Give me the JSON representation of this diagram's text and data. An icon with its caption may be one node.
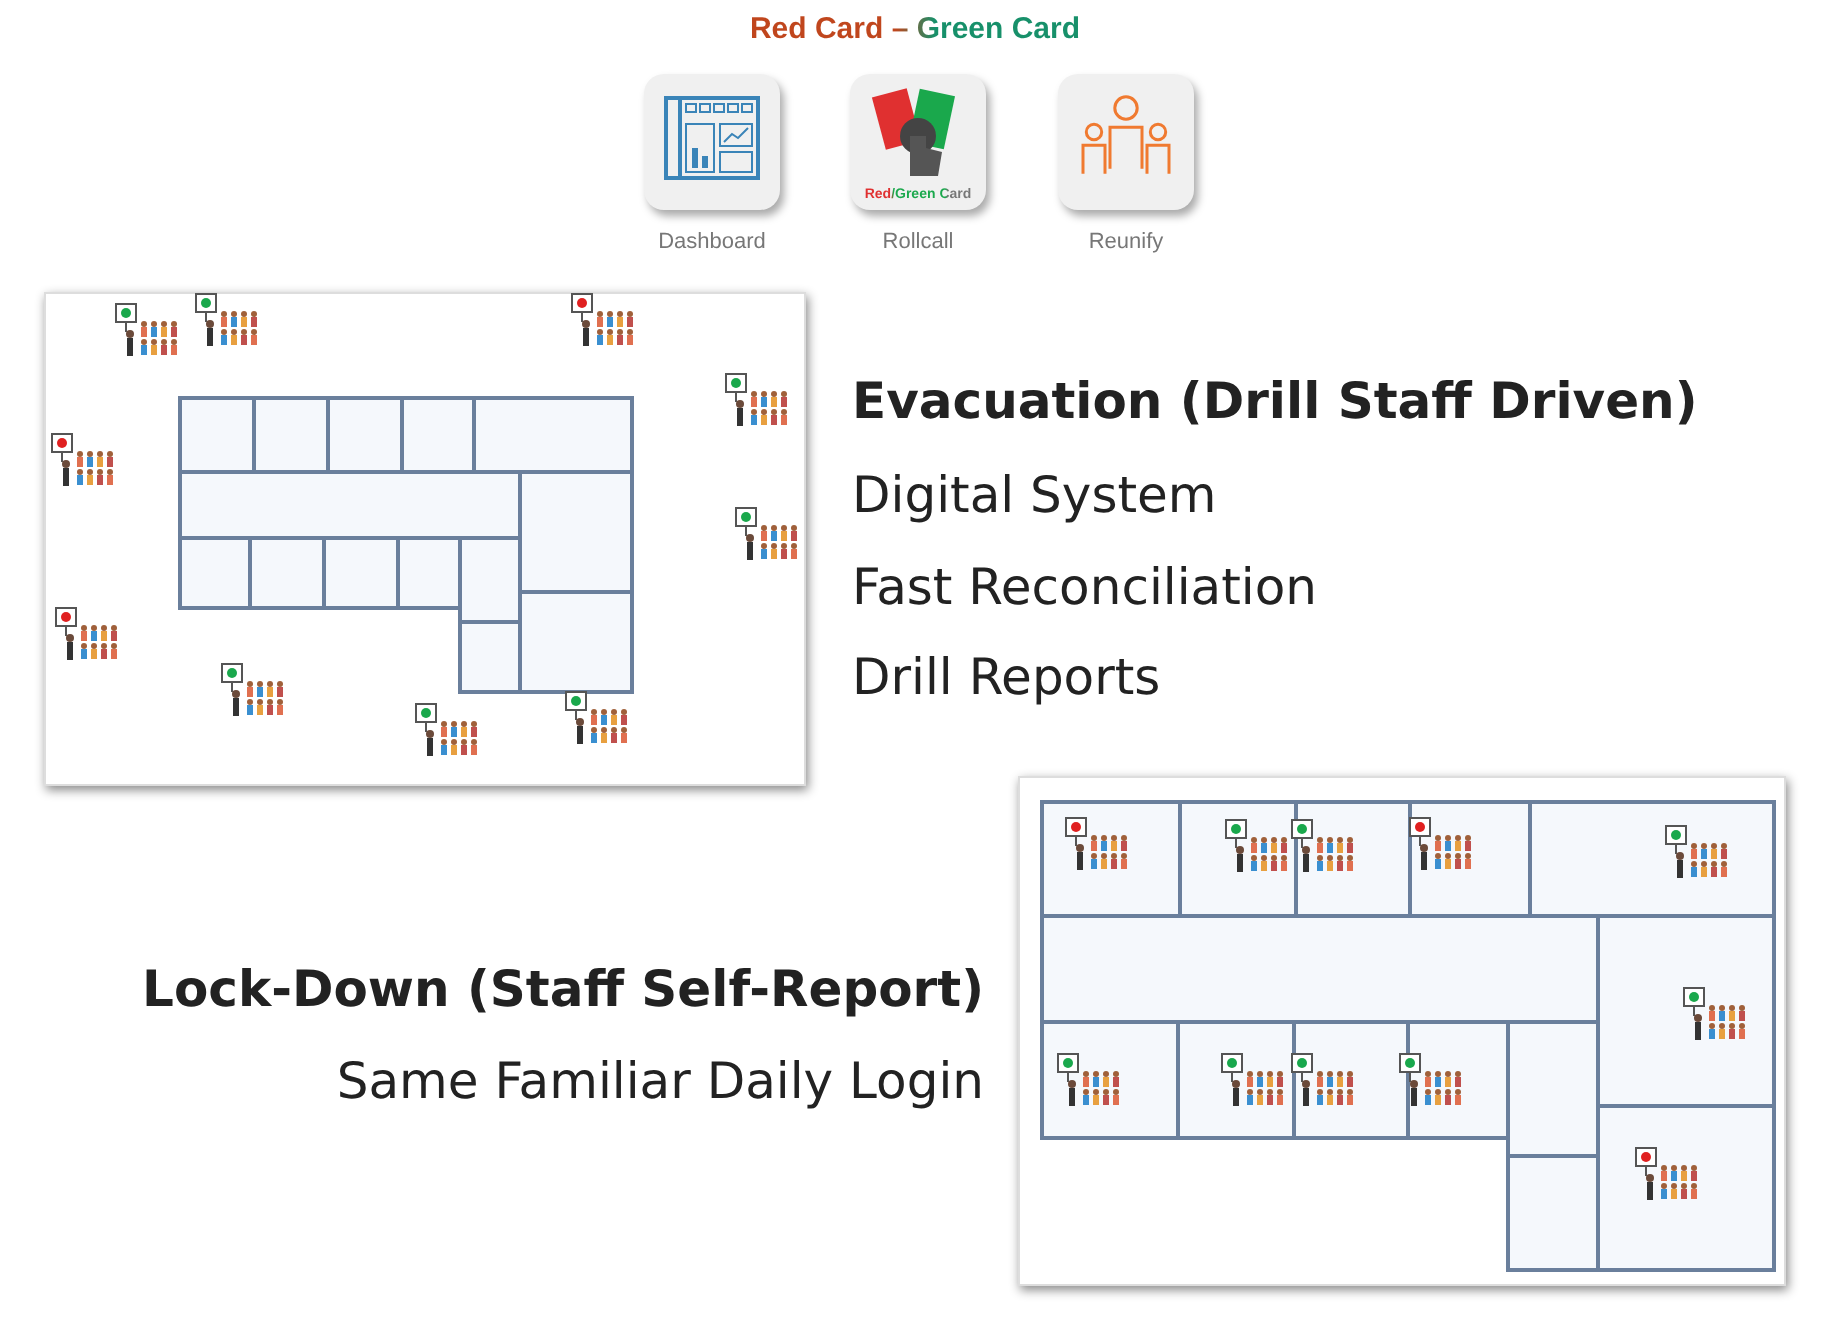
{
  "diagram": {
    "title": "Red Card – Green Card",
    "labels": [
      "Red/Green Card",
      "Dashboard",
      "Rollcall",
      "Reunify",
      "Evacuation (Drill Staff Driven)",
      "Digital System",
      "Fast Reconciliation",
      "Drill Reports",
      "Lock-Down (Staff Self-Report)",
      "Same Familiar Daily Login"
    ]
  }
}
